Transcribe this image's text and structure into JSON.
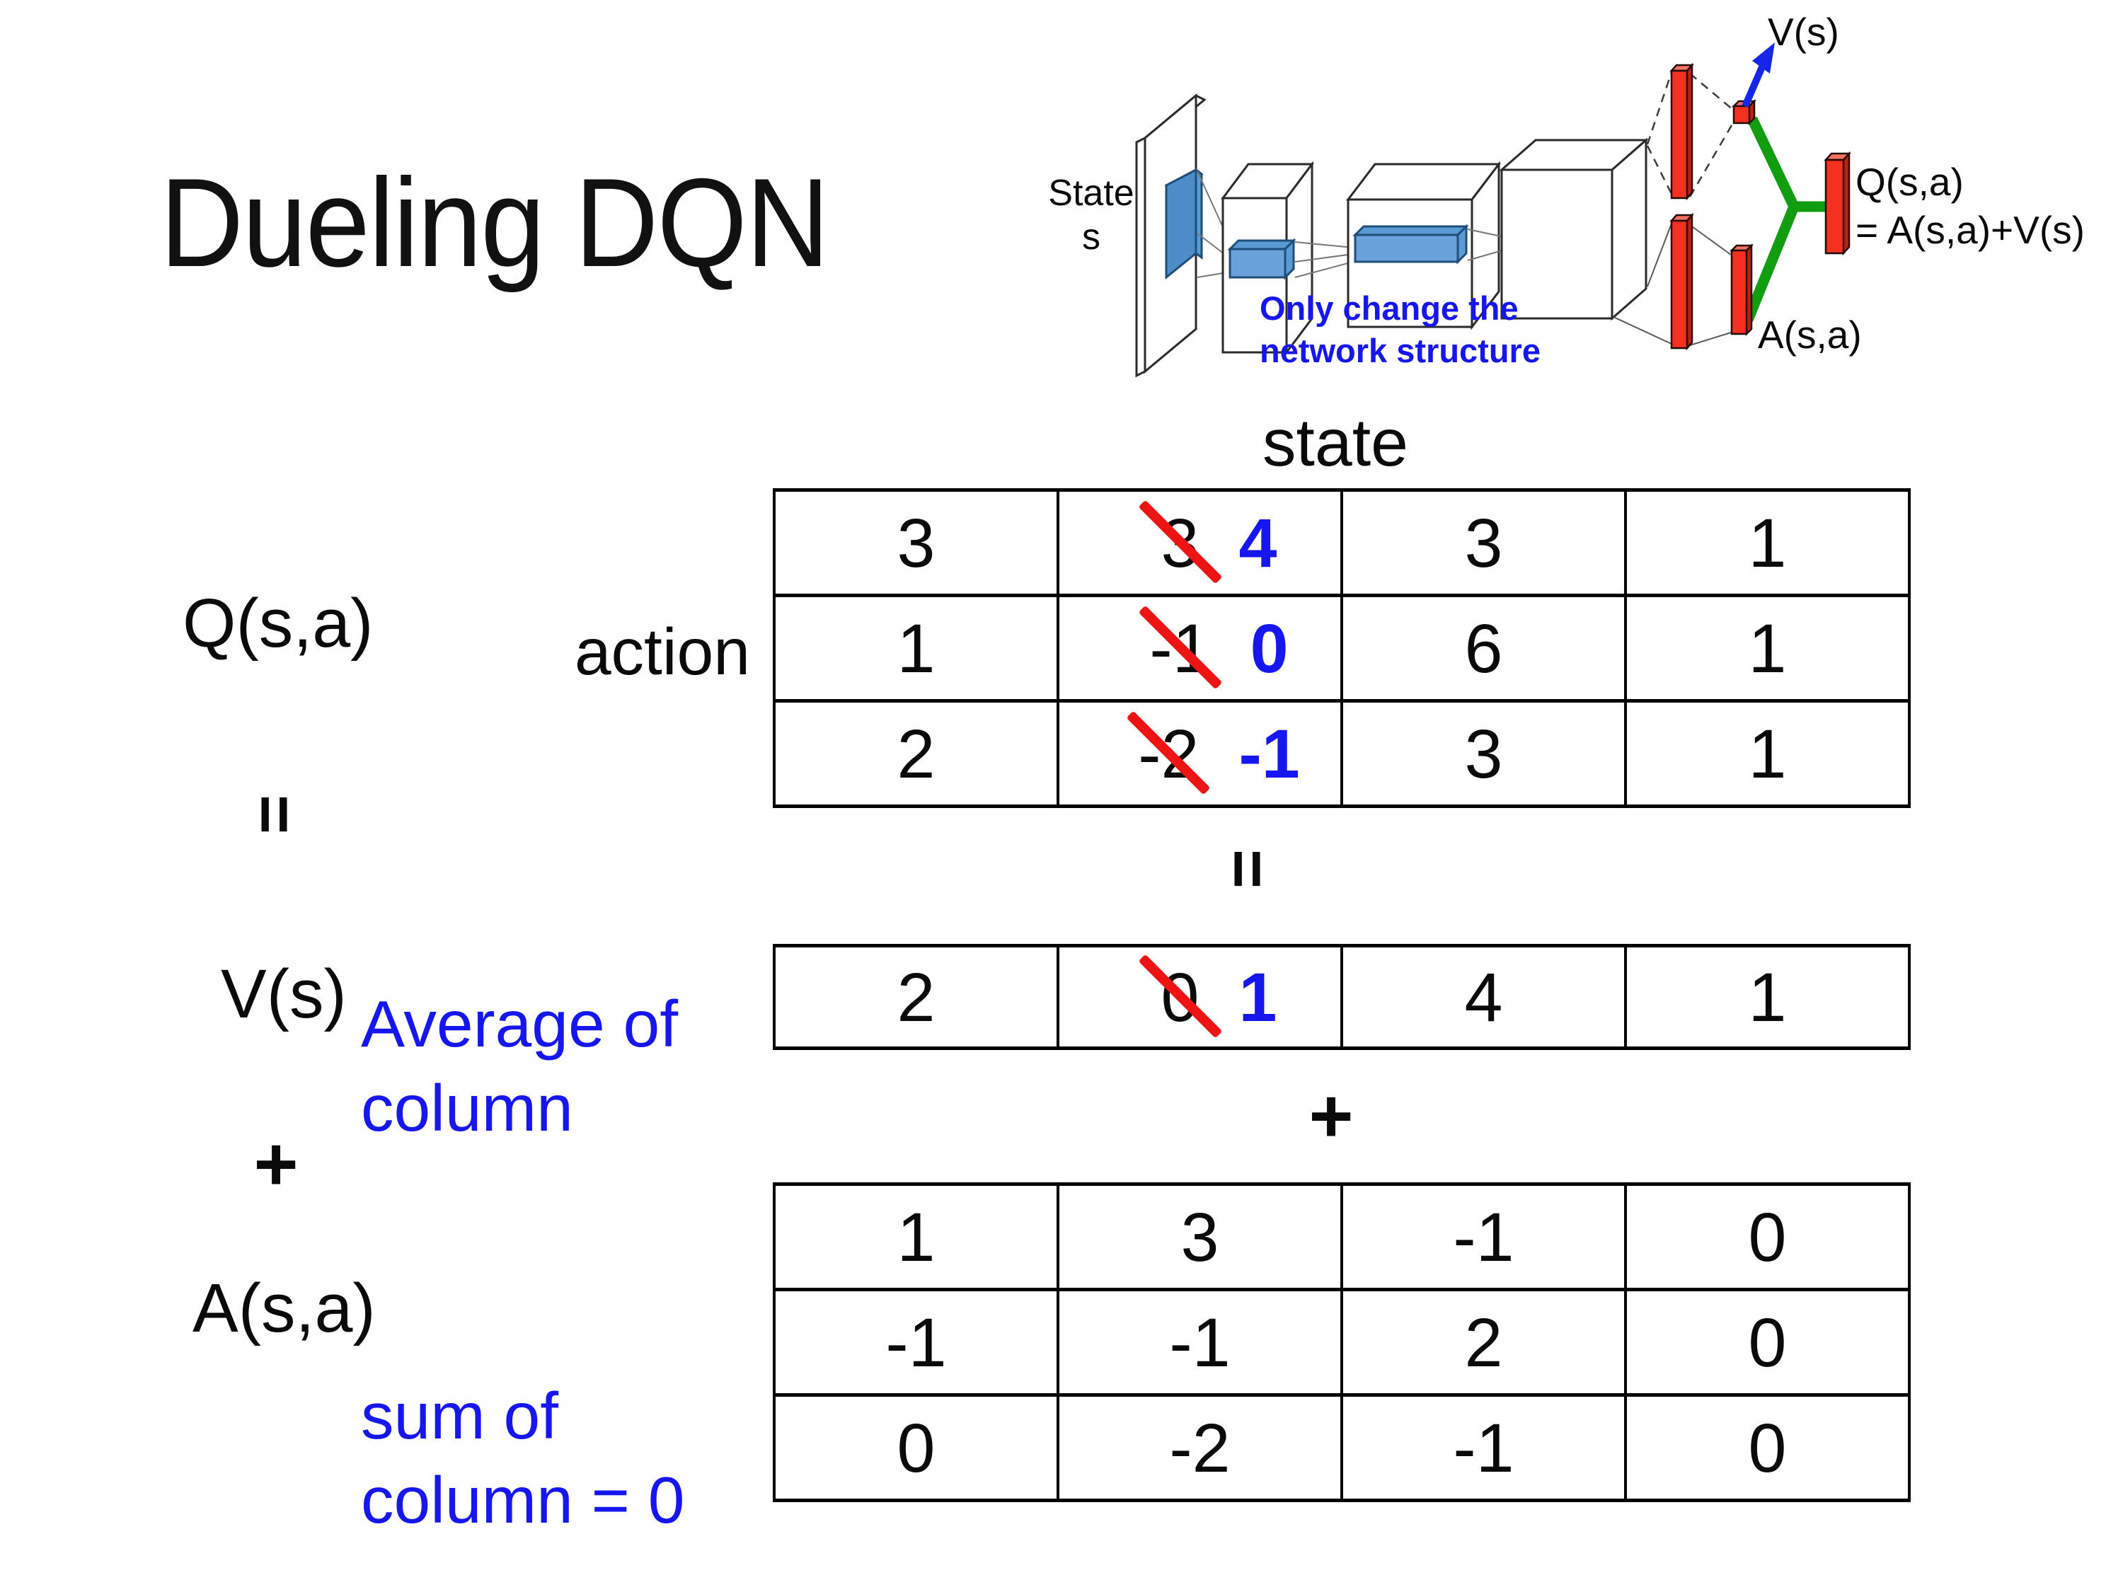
{
  "title": "Dueling DQN",
  "colors": {
    "accent_blue": "#1616f0",
    "strike_red": "#ee1413",
    "bar_red": "#f5301f",
    "merge_green": "#109e10",
    "filter_blue": "#5b9bd5"
  },
  "diagram": {
    "state_line1": "State",
    "state_line2": "s",
    "note_line1": "Only change the",
    "note_line2": "network structure",
    "v_output": "V(s)",
    "q_output_line1": "Q(s,a)",
    "q_output_line2": "= A(s,a)+V(s)",
    "a_output": "A(s,a)"
  },
  "labels": {
    "q": "Q(s,a)",
    "equals": "=",
    "v": "V(s)",
    "plus": "+",
    "a": "A(s,a)",
    "state_header": "state",
    "action": "action",
    "mid_equals": "=",
    "mid_plus": "+",
    "avg_line1": "Average of",
    "avg_line2": "column",
    "sum_line1": "sum of",
    "sum_line2": "column = 0"
  },
  "q_table": {
    "rows": [
      [
        {
          "v": "3"
        },
        {
          "old": "3",
          "new": "4"
        },
        {
          "v": "3"
        },
        {
          "v": "1"
        }
      ],
      [
        {
          "v": "1"
        },
        {
          "old": "-1",
          "new": "0"
        },
        {
          "v": "6"
        },
        {
          "v": "1"
        }
      ],
      [
        {
          "v": "2"
        },
        {
          "old": "-2",
          "new": "-1"
        },
        {
          "v": "3"
        },
        {
          "v": "1"
        }
      ]
    ]
  },
  "v_table": {
    "rows": [
      [
        {
          "v": "2"
        },
        {
          "old": "0",
          "new": "1"
        },
        {
          "v": "4"
        },
        {
          "v": "1"
        }
      ]
    ]
  },
  "a_table": {
    "rows": [
      [
        {
          "v": "1"
        },
        {
          "v": "3"
        },
        {
          "v": "-1"
        },
        {
          "v": "0"
        }
      ],
      [
        {
          "v": "-1"
        },
        {
          "v": "-1"
        },
        {
          "v": "2"
        },
        {
          "v": "0"
        }
      ],
      [
        {
          "v": "0"
        },
        {
          "v": "-2"
        },
        {
          "v": "-1"
        },
        {
          "v": "0"
        }
      ]
    ]
  }
}
